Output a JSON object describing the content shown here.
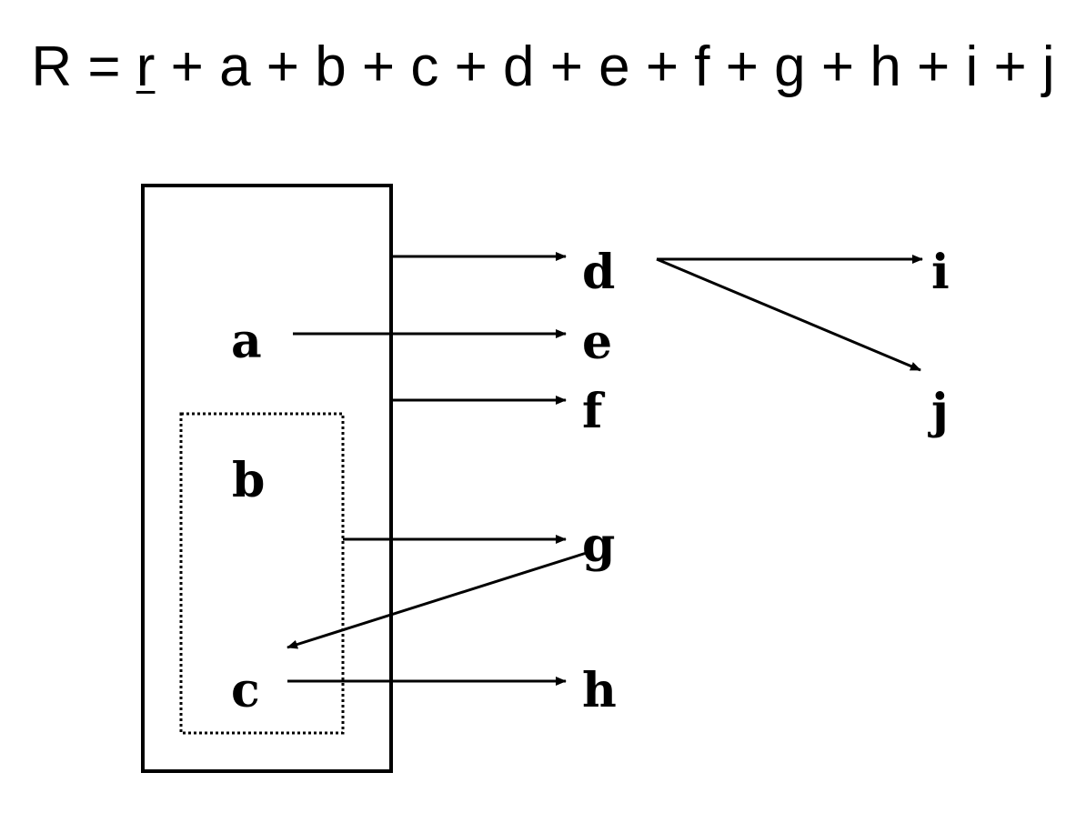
{
  "formula": {
    "lhs": "R",
    "equals": " = ",
    "underlined_term": "r",
    "rest": " + a + b + c + d + e + f + g + h + i + j"
  },
  "labels": {
    "a": "a",
    "b": "b",
    "c": "c",
    "d": "d",
    "e": "e",
    "f": "f",
    "g": "g",
    "h": "h",
    "i": "i",
    "j": "j"
  },
  "colors": {
    "ink": "#000000",
    "background": "#ffffff"
  }
}
